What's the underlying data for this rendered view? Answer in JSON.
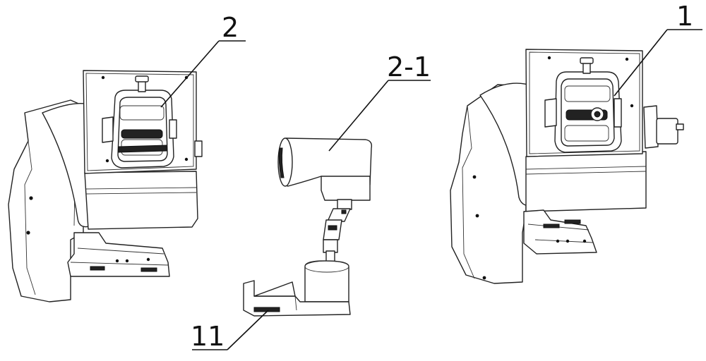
{
  "labels": {
    "assembly_left": "2",
    "part_middle": "2-1",
    "assembly_right": "1",
    "base_middle": "11"
  }
}
